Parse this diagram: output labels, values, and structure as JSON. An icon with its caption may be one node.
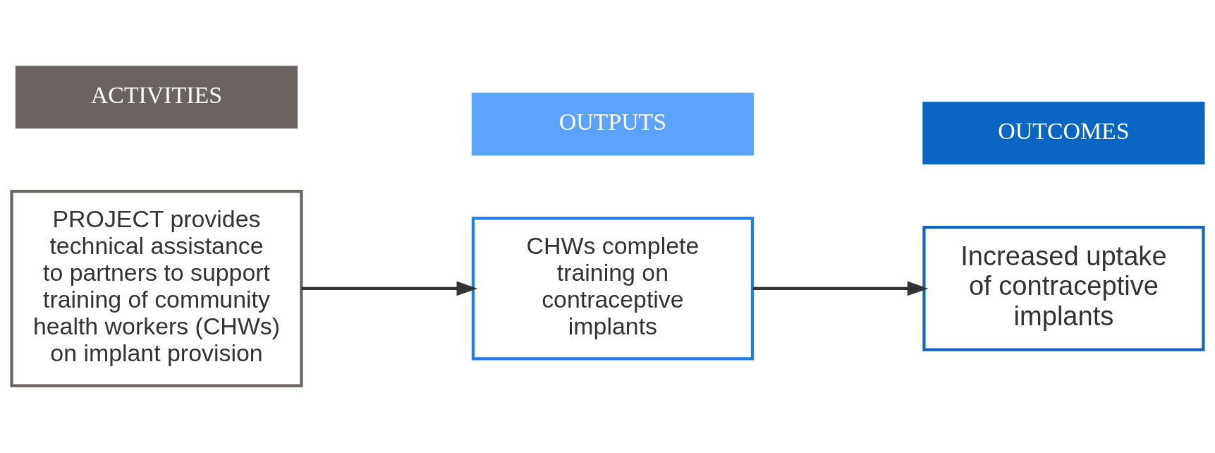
{
  "diagram": {
    "nodes": [
      {
        "text": [
          "ACTIVITIES"
        ]
      },
      {
        "text": [
          "OUTPUTS"
        ]
      },
      {
        "text": [
          "OUTCOMES"
        ]
      },
      {
        "text": [
          "PROJECT provides technical assistance to partners to support training of community health workers (CHWs) on implant provision"
        ]
      },
      {
        "text": [
          "CHWs complete training on contraceptive implants"
        ]
      },
      {
        "text": [
          "Increased uptake of contraceptive implants"
        ]
      }
    ],
    "edges": [
      {
        "from": 3,
        "to": 4,
        "arrow": "to"
      },
      {
        "from": 4,
        "to": 5,
        "arrow": "to"
      }
    ]
  }
}
